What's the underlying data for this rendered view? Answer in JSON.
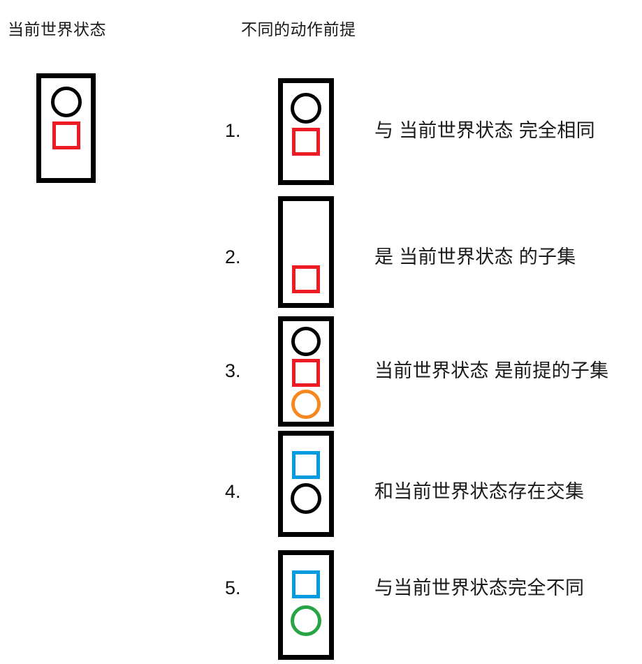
{
  "headings": {
    "current_state": "当前世界状态",
    "preconditions": "不同的动作前提"
  },
  "colors": {
    "black": "#000000",
    "red": "#ED1C24",
    "orange": "#F5881F",
    "blue": "#039BDF",
    "green": "#28A446",
    "box_border": "#000000",
    "background": "#FFFFFF",
    "text": "#1A1A1A"
  },
  "current_state": {
    "label": "当前世界状态",
    "shapes": [
      {
        "kind": "circle",
        "color": "#000000",
        "size": 44
      },
      {
        "kind": "square",
        "color": "#ED1C24",
        "size": 40
      }
    ]
  },
  "preconditions": [
    {
      "index": "1.",
      "description": "与 当前世界状态 完全相同",
      "shapes": [
        {
          "kind": "circle",
          "color": "#000000",
          "size": 44
        },
        {
          "kind": "square",
          "color": "#ED1C24",
          "size": 40
        }
      ]
    },
    {
      "index": "2.",
      "description": "是 当前世界状态 的子集",
      "shapes": [
        {
          "kind": "square",
          "color": "#ED1C24",
          "size": 40
        }
      ]
    },
    {
      "index": "3.",
      "description": "当前世界状态 是前提的子集",
      "shapes": [
        {
          "kind": "circle",
          "color": "#000000",
          "size": 42
        },
        {
          "kind": "square",
          "color": "#ED1C24",
          "size": 40
        },
        {
          "kind": "circle",
          "color": "#F5881F",
          "size": 42
        }
      ]
    },
    {
      "index": "4.",
      "description": "和当前世界状态存在交集",
      "shapes": [
        {
          "kind": "square",
          "color": "#039BDF",
          "size": 40
        },
        {
          "kind": "circle",
          "color": "#000000",
          "size": 44
        }
      ]
    },
    {
      "index": "5.",
      "description": "与当前世界状态完全不同",
      "shapes": [
        {
          "kind": "square",
          "color": "#039BDF",
          "size": 40
        },
        {
          "kind": "circle",
          "color": "#28A446",
          "size": 44
        }
      ]
    }
  ]
}
